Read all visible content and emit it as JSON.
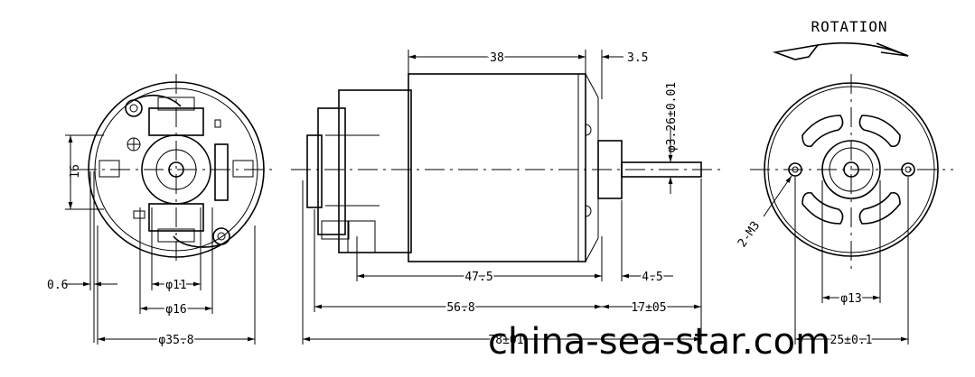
{
  "title": "ROTATION",
  "watermark": "china-sea-star.com",
  "front_view": {
    "dim_height": "16",
    "dim_offset": "0.6",
    "dim_d11": "φ11",
    "dim_d16": "φ16",
    "dim_d358": "φ35.8"
  },
  "side_view": {
    "dim_body": "38",
    "dim_bearing": "3.5",
    "dim_shaft_dia": "φ3.26±0.01",
    "dim_475": "47.5",
    "dim_45": "4.5",
    "dim_568": "56.8",
    "dim_shaft_len": "17±05",
    "dim_total": "78±01"
  },
  "rear_view": {
    "dim_screws": "2-M3",
    "dim_d13": "φ13",
    "dim_pitch": "25±0.1"
  }
}
